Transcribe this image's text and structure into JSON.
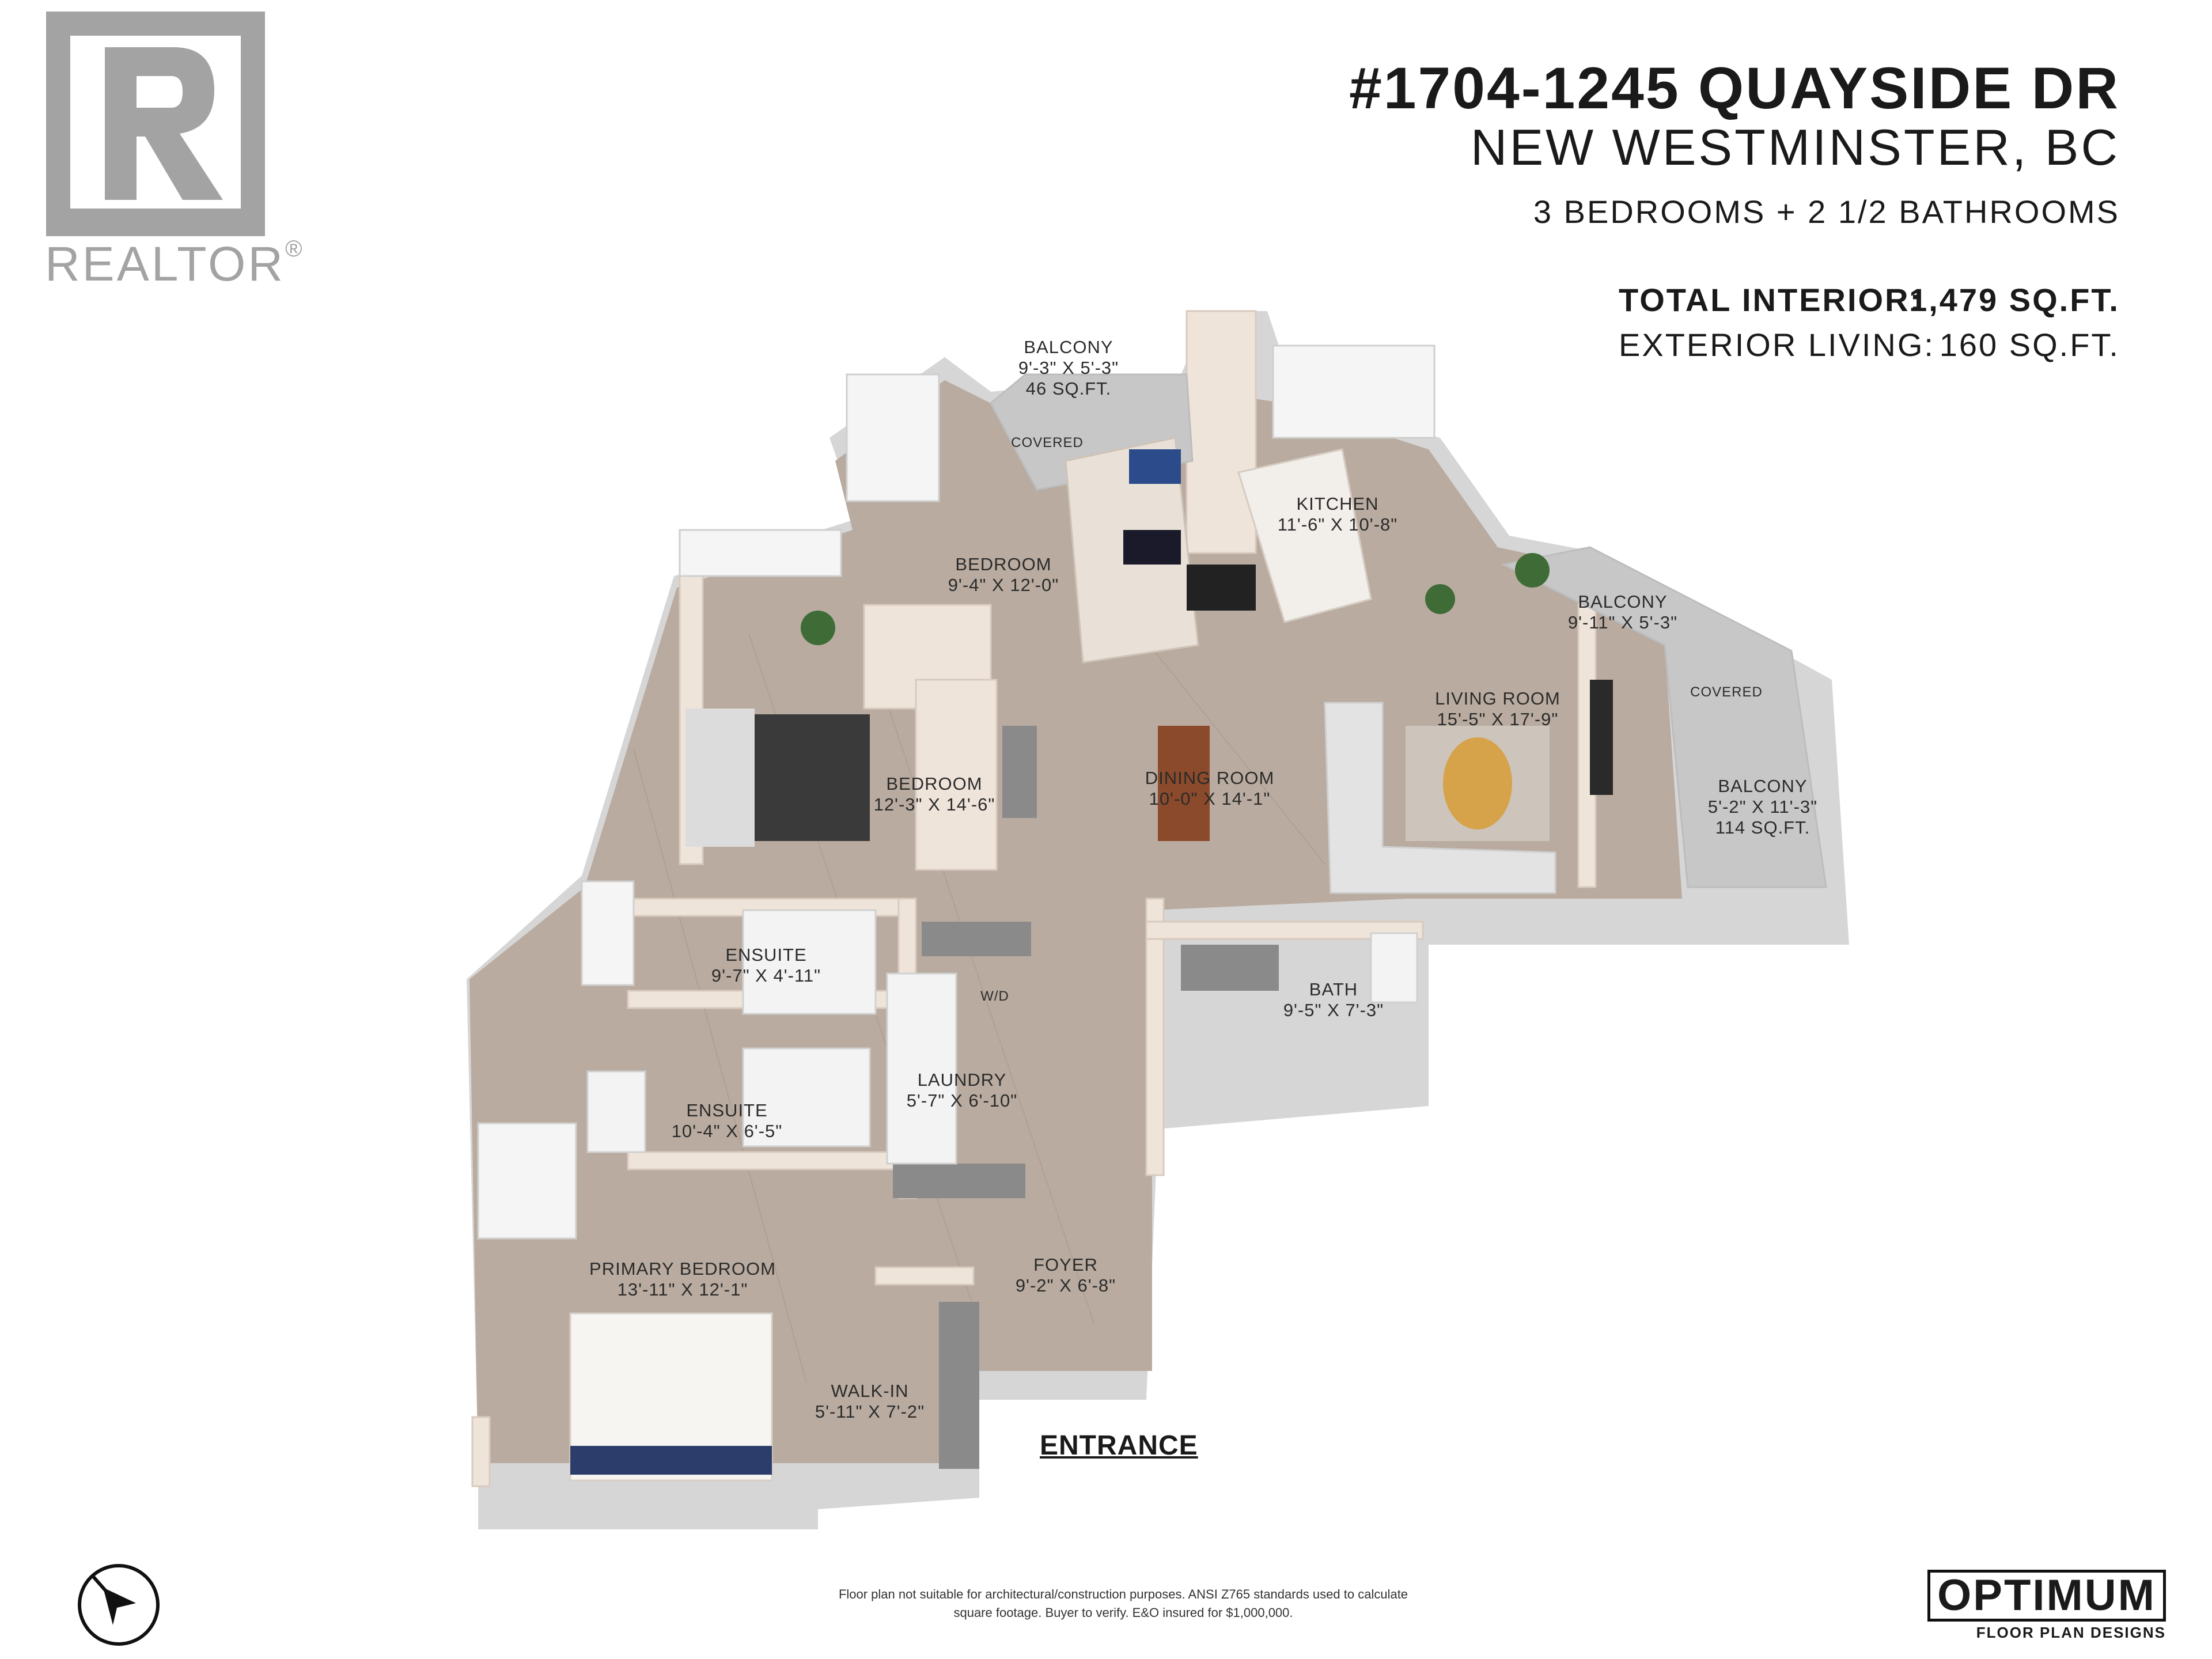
{
  "header": {
    "address_line": "#1704-1245 QUAYSIDE DR",
    "city_line": "NEW WESTMINSTER, BC",
    "rooms_line": "3 BEDROOMS + 2 1/2 BATHROOMS",
    "total_interior_label": "TOTAL INTERIOR:",
    "total_interior_value": "1,479 SQ.FT.",
    "exterior_label": "EXTERIOR LIVING:",
    "exterior_value": "160 SQ.FT."
  },
  "logo": {
    "realtor_text": "REALTOR",
    "realtor_mark": "®",
    "realtor_letter": "R"
  },
  "rooms": {
    "balcony_top": {
      "name": "BALCONY",
      "dims": "9'-3\" X 5'-3\"",
      "area": "46 SQ.FT.",
      "note": "COVERED"
    },
    "kitchen": {
      "name": "KITCHEN",
      "dims": "11'-6\" X 10'-8\""
    },
    "bedroom_small": {
      "name": "BEDROOM",
      "dims": "9'-4\" X 12'-0\""
    },
    "balcony_right": {
      "name": "BALCONY",
      "dims": "9'-11\" X 5'-3\"",
      "note": "COVERED"
    },
    "living_room": {
      "name": "LIVING ROOM",
      "dims": "15'-5\" X 17'-9\""
    },
    "bedroom": {
      "name": "BEDROOM",
      "dims": "12'-3\" X 14'-6\""
    },
    "dining_room": {
      "name": "DINING ROOM",
      "dims": "10'-0\" X 14'-1\""
    },
    "balcony_side": {
      "name": "BALCONY",
      "dims": "5'-2\" X 11'-3\"",
      "area": "114 SQ.FT."
    },
    "ensuite_1": {
      "name": "ENSUITE",
      "dims": "9'-7\" X 4'-11\""
    },
    "laundry": {
      "name": "LAUNDRY",
      "dims": "5'-7\" X 6'-10\"",
      "wd": "W/D"
    },
    "bath": {
      "name": "BATH",
      "dims": "9'-5\" X 7'-3\""
    },
    "ensuite_2": {
      "name": "ENSUITE",
      "dims": "10'-4\" X 6'-5\""
    },
    "primary_bedroom": {
      "name": "PRIMARY BEDROOM",
      "dims": "13'-11\" X 12'-1\""
    },
    "foyer": {
      "name": "FOYER",
      "dims": "9'-2\" X 6'-8\""
    },
    "walk_in": {
      "name": "WALK-IN",
      "dims": "5'-11\" X 7'-2\""
    }
  },
  "entrance": "ENTRANCE",
  "disclaimer": "Floor plan not suitable for architectural/construction purposes. ANSI Z765 standards used to calculate square footage. Buyer to verify. E&O insured for $1,000,000.",
  "brand": {
    "name": "OPTIMUM",
    "sub": "FLOOR PLAN DESIGNS"
  },
  "compass_icon": "compass-north-icon",
  "colors": {
    "floor": "#b8aa9e",
    "wall": "#efe4da",
    "balcony": "#c9c9c9",
    "base": "#d9d9d9"
  }
}
